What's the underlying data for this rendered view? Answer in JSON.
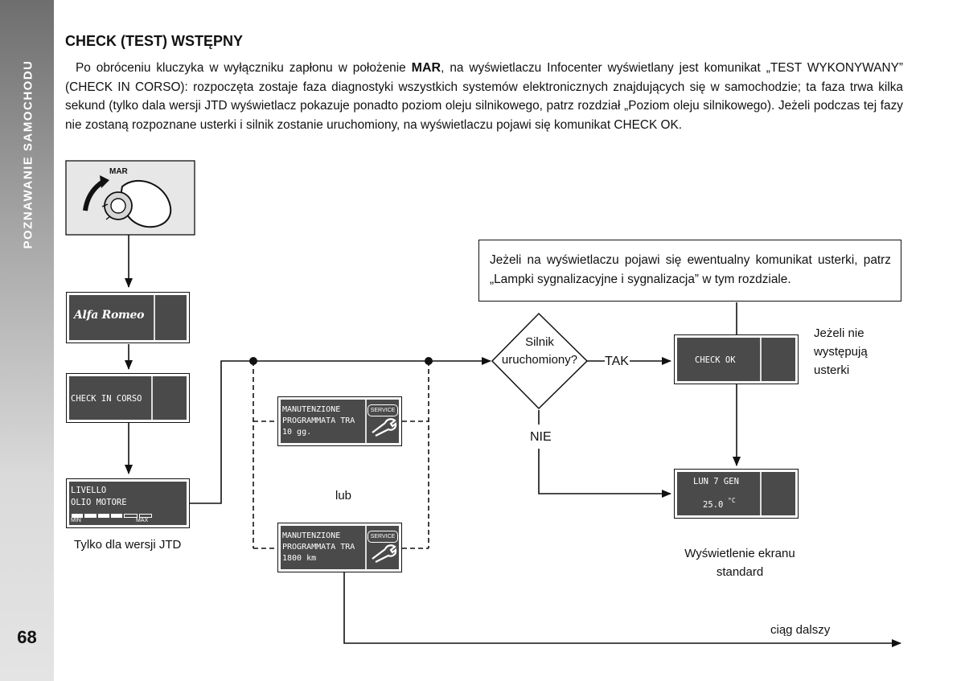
{
  "sidebar": {
    "title": "POZNAWANIE SAMOCHODU",
    "page_number": "68"
  },
  "heading": "CHECK (TEST) WSTĘPNY",
  "intro": {
    "part1": "Po obróceniu kluczyka w wyłączniku zapłonu w położenie ",
    "bold": "MAR",
    "part2": ", na wyświetlaczu Infocenter wyświetlany jest komunikat „TEST WYKONYWANY” (CHECK IN CORSO): rozpoczęta zostaje faza diagnostyki wszystkich systemów elektronicznych znajdujących się w samochodzie; ta faza trwa kilka sekund (tylko dala wersji JTD wyświetlacz pokazuje ponadto poziom oleju silnikowego, patrz rozdział „Poziom oleju silnikowego). Jeżeli podczas tej fazy nie zostaną rozpoznane usterki i silnik zostanie uruchomiony, na wyświetlaczu pojawi się komunikat CHECK OK."
  },
  "flow": {
    "ignition_label": "MAR",
    "logo_text": "Alfa Romeo",
    "check_in_corso": "CHECK IN CORSO",
    "oil": {
      "line1": "LIVELLO",
      "line2": "OLIO MOTORE",
      "min": "MIN",
      "max": "MAX",
      "level_segments": 4,
      "total_segments": 6
    },
    "jtd_only": "Tylko dla wersji JTD",
    "service_days": {
      "line1": "MANUTENZIONE",
      "line2": "PROGRAMMATA TRA",
      "line3": "10 gg.",
      "badge": "SERVICE"
    },
    "or_label": "lub",
    "service_km": {
      "line1": "MANUTENZIONE",
      "line2": "PROGRAMMATA TRA",
      "line3": "1800 km",
      "badge": "SERVICE"
    },
    "decision": {
      "line1": "Silnik",
      "line2": "uruchomiony?"
    },
    "yes": "TAK",
    "no": "NIE",
    "check_ok": "CHECK OK",
    "no_faults": {
      "line1": "Jeżeli nie",
      "line2": "występują",
      "line3": "usterki"
    },
    "fault_note": "Jeżeli na wyświetlaczu pojawi się ewentualny komunikat usterki, patrz „Lampki sygnalizacyjne i sygnalizacja” w tym rozdziale.",
    "standard": {
      "line1": "LUN 7 GEN",
      "line2": "25.0",
      "unit": "°C"
    },
    "standard_caption": {
      "line1": "Wyświetlenie ekranu",
      "line2": "standard"
    },
    "continued": "ciąg dalszy"
  }
}
